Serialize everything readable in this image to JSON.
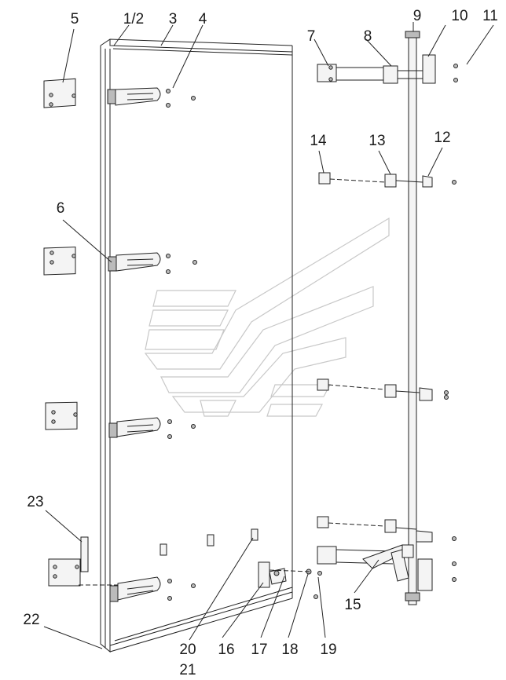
{
  "labels": {
    "l5": "5",
    "l1_2": "1/2",
    "l3": "3",
    "l4": "4",
    "l9": "9",
    "l10": "10",
    "l11": "11",
    "l7": "7",
    "l8": "8",
    "l14": "14",
    "l13": "13",
    "l12": "12",
    "l6": "6",
    "l23": "23",
    "l15": "15",
    "l22": "22",
    "l20": "20",
    "l21": "21",
    "l16": "16",
    "l17": "17",
    "l18": "18",
    "l19": "19"
  },
  "colors": {
    "line": "#222222",
    "watermark": "#c8c8c8",
    "background": "#ffffff"
  }
}
